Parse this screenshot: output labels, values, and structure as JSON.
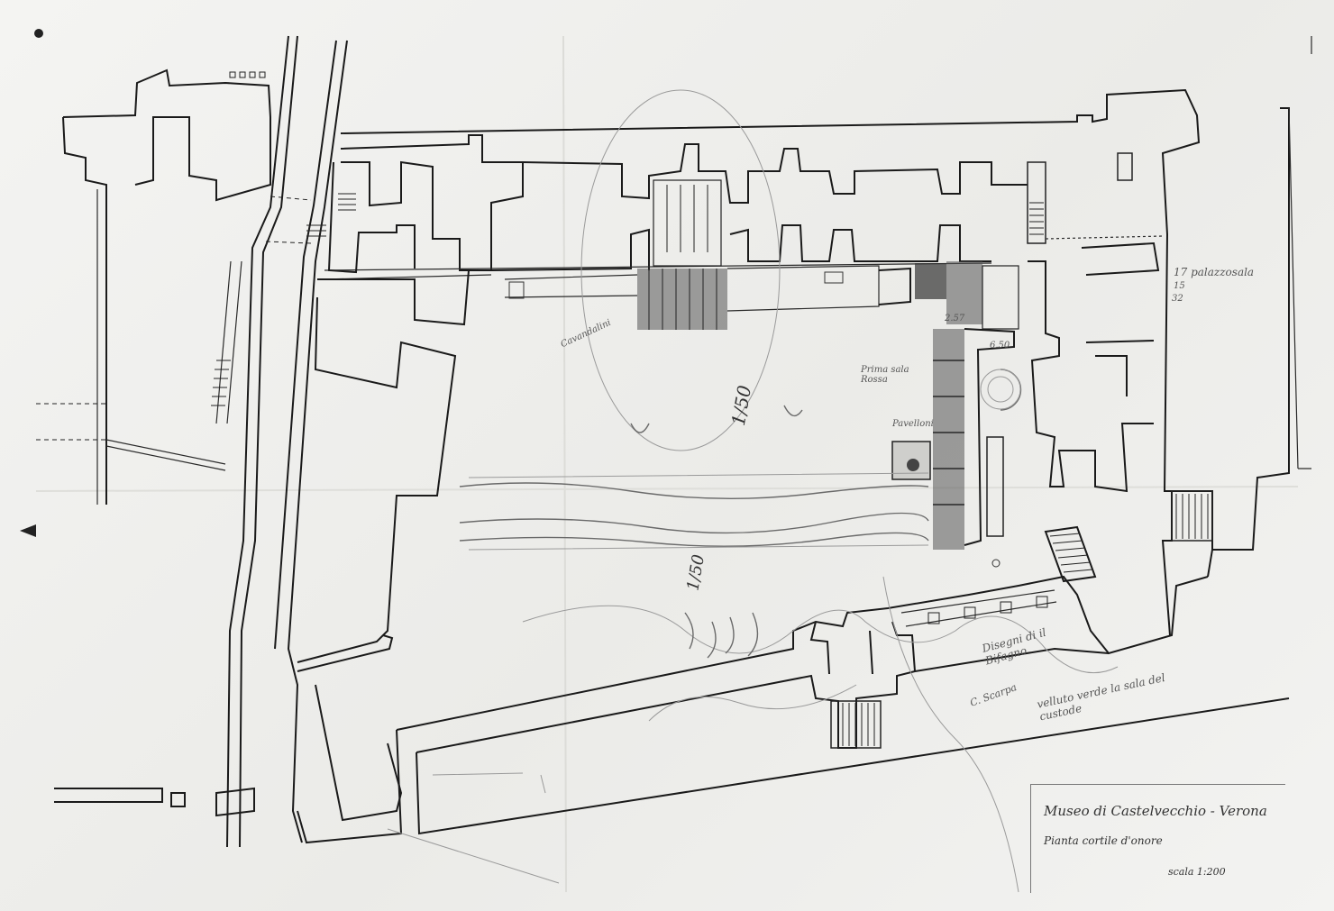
{
  "title_block": {
    "line1": "Museo di Castelvecchio - Verona",
    "line2": "Pianta cortile d'onore",
    "scale": "scala 1:200"
  },
  "annotations": {
    "right_top_1": "17 palazzosala",
    "right_top_2": "15",
    "right_top_3": "32",
    "note_bottom_1": "Disegni di il Bifagno",
    "note_bottom_2": "velluto verde la sala del custode",
    "note_left_margin": "C. Scarpa",
    "label_center": "Prima sala Rossa",
    "label_corridor": "Pavelloni",
    "label_left": "Cavandalini",
    "circle_scale_1": "1/50",
    "circle_scale_2": "1/50",
    "dim_1": "6.50",
    "dim_2": "2.57"
  },
  "colors": {
    "paper": "#f2f2f0",
    "ink": "#1a1a1a",
    "pencil": "#9a9a9a"
  }
}
